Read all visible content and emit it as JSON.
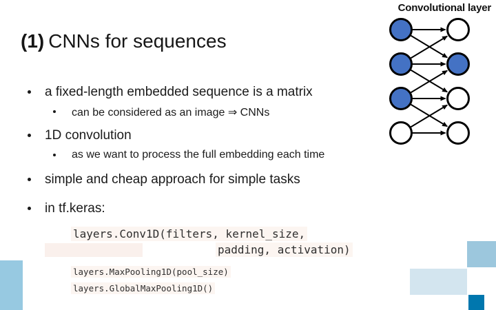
{
  "slide": {
    "corner_label": "Convolutional layer",
    "title": {
      "prefix": "(1)",
      "text": "CNNs for sequences"
    },
    "bullets": [
      {
        "level": 1,
        "text": "a fixed-length embedded sequence is a matrix"
      },
      {
        "level": 2,
        "text": "can be considered as an image ⇒ CNNs"
      },
      {
        "level": 1,
        "text": "1D convolution"
      },
      {
        "level": 2,
        "text": "as we want to process the full embedding each time"
      },
      {
        "level": 1,
        "text": "simple and cheap approach for simple tasks"
      },
      {
        "level": 1,
        "text": "in tf.keras:"
      }
    ],
    "code": {
      "line1": "layers.Conv1D(filters, kernel_size,",
      "line2": "padding, activation)",
      "line3": "layers.MaxPooling1D(pool_size)",
      "line4": "layers.GlobalMaxPooling1D()"
    }
  },
  "diagram": {
    "left_nodes": [
      "filled",
      "filled",
      "filled",
      "empty"
    ],
    "right_nodes": [
      "empty",
      "filled",
      "empty",
      "empty"
    ],
    "edges": [
      [
        0,
        0
      ],
      [
        0,
        1
      ],
      [
        1,
        0
      ],
      [
        1,
        1
      ],
      [
        1,
        2
      ],
      [
        2,
        1
      ],
      [
        2,
        2
      ],
      [
        2,
        3
      ],
      [
        3,
        2
      ],
      [
        3,
        3
      ]
    ],
    "node_fill_color": "#4472C4",
    "node_empty_color": "#ffffff",
    "node_stroke_color": "#000000"
  },
  "colors": {
    "bottom_left_square": "#97C9E1",
    "bottom_right_medium": "#9CC7DD",
    "bottom_right_pale": "#D3E5EF",
    "bottom_right_dark": "#0077AE",
    "code_highlight": "#FCF5F1",
    "redaction_highlight": "#FAF0EC"
  }
}
